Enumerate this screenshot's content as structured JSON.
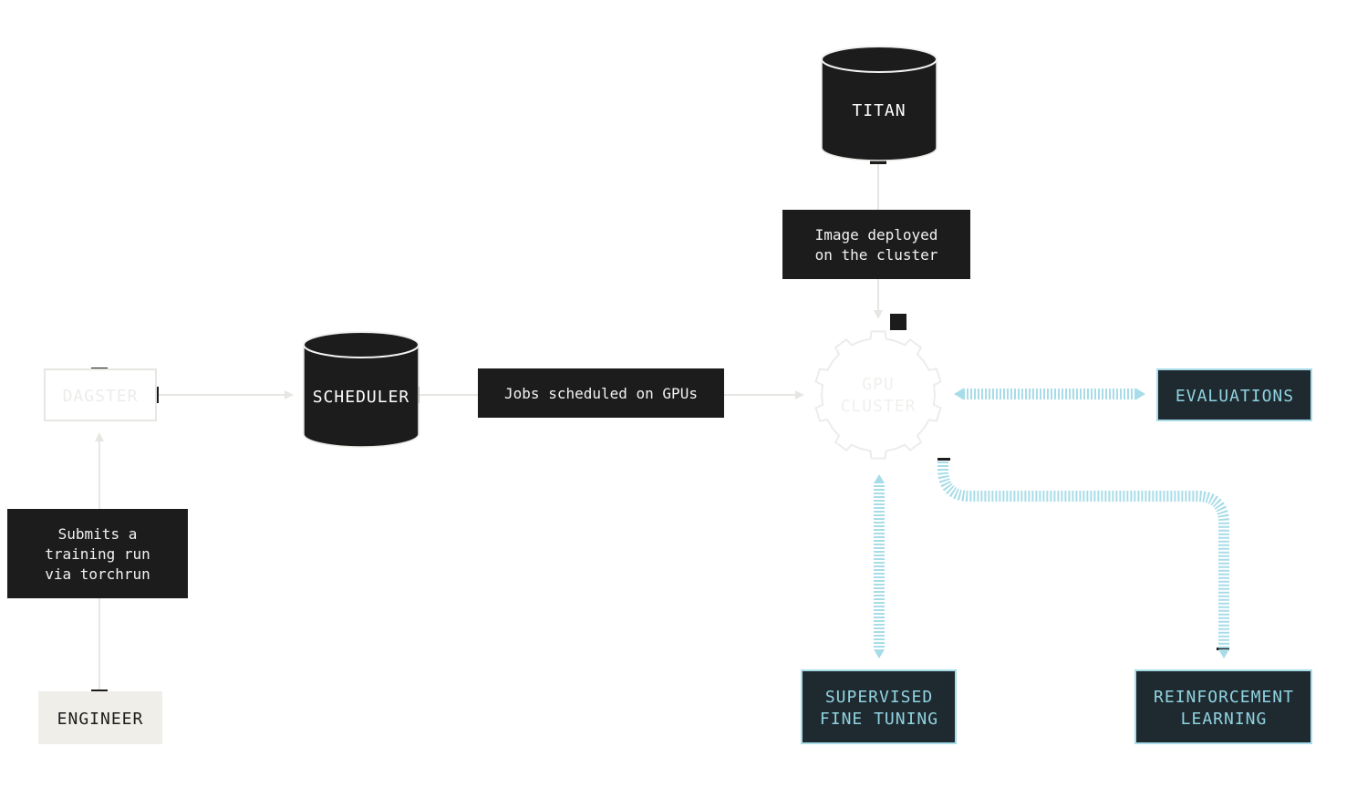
{
  "nodes": {
    "dagster": {
      "label": "DAGSTER"
    },
    "scheduler": {
      "label": "SCHEDULER"
    },
    "titan": {
      "label": "TITAN"
    },
    "gpu_cluster": {
      "label_line1": "GPU",
      "label_line2": "CLUSTER"
    },
    "engineer": {
      "label": "ENGINEER"
    },
    "evaluations": {
      "label": "EVALUATIONS"
    },
    "sft": {
      "label_line1": "SUPERVISED",
      "label_line2": "FINE TUNING"
    },
    "rl": {
      "label_line1": "REINFORCEMENT",
      "label_line2": "LEARNING"
    }
  },
  "edge_labels": {
    "jobs": {
      "text": "Jobs scheduled on GPUs"
    },
    "image": {
      "line1": "Image deployed",
      "line2": "on the cluster"
    },
    "submits": {
      "line1": "Submits a",
      "line2": "training run",
      "line3": "via torchrun"
    }
  },
  "colors": {
    "dark": "#1c1c1c",
    "teal_box": "#1f2a30",
    "teal_text": "#8fd3e0",
    "teal_stripe": "#a8dce8",
    "faint": "#e8e8e4",
    "engineer_bg": "#efeee8"
  }
}
